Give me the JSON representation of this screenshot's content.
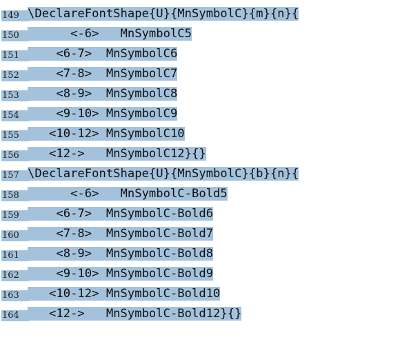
{
  "lines": [
    {
      "num": "149",
      "text": "\\DeclareFontShape{U}{MnSymbolC}{m}{n}{"
    },
    {
      "num": "150",
      "text": "      <-6>   MnSymbolC5"
    },
    {
      "num": "151",
      "text": "    <6-7>  MnSymbolC6"
    },
    {
      "num": "152",
      "text": "    <7-8>  MnSymbolC7"
    },
    {
      "num": "153",
      "text": "    <8-9>  MnSymbolC8"
    },
    {
      "num": "154",
      "text": "    <9-10> MnSymbolC9"
    },
    {
      "num": "155",
      "text": "   <10-12> MnSymbolC10"
    },
    {
      "num": "156",
      "text": "   <12->   MnSymbolC12}{}"
    },
    {
      "num": "157",
      "text": "\\DeclareFontShape{U}{MnSymbolC}{b}{n}{"
    },
    {
      "num": "158",
      "text": "      <-6>   MnSymbolC-Bold5"
    },
    {
      "num": "159",
      "text": "    <6-7>  MnSymbolC-Bold6"
    },
    {
      "num": "160",
      "text": "    <7-8>  MnSymbolC-Bold7"
    },
    {
      "num": "161",
      "text": "    <8-9>  MnSymbolC-Bold8"
    },
    {
      "num": "162",
      "text": "    <9-10> MnSymbolC-Bold9"
    },
    {
      "num": "163",
      "text": "   <10-12> MnSymbolC-Bold10"
    },
    {
      "num": "164",
      "text": "   <12->   MnSymbolC-Bold12}{}"
    }
  ],
  "colors": {
    "highlight": "#a4c2dc"
  }
}
